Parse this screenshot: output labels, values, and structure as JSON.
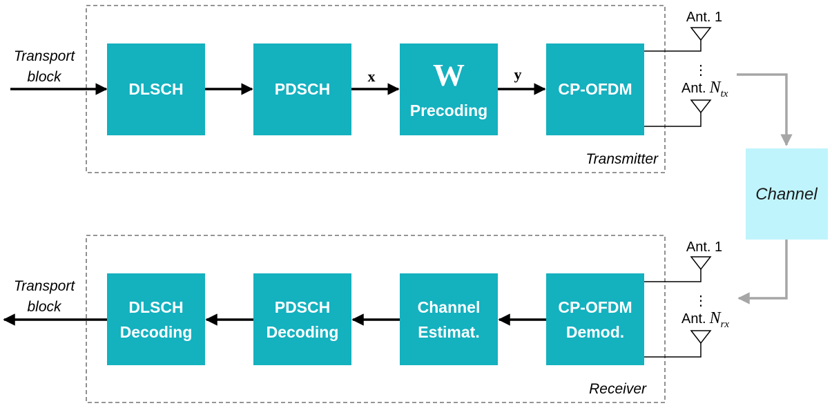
{
  "colors": {
    "block": "#14b1bf",
    "channel": "#bff4fc",
    "arrow": "#000000",
    "grey_arrow": "#a6a6a6"
  },
  "transmitter": {
    "label": "Transmitter",
    "input_label_line1": "Transport",
    "input_label_line2": "block",
    "blocks": [
      {
        "line1": "DLSCH",
        "line2": ""
      },
      {
        "line1": "PDSCH",
        "line2": ""
      },
      {
        "symbol": "W",
        "line2": "Precoding"
      },
      {
        "line1": "CP-OFDM",
        "line2": ""
      }
    ],
    "signal_x": "x",
    "signal_y": "y",
    "ant_first": "Ant. 1",
    "ant_last_prefix": "Ant.",
    "ant_last_symbol": "N",
    "ant_last_sub": "tx"
  },
  "channel": {
    "label": "Channel"
  },
  "receiver": {
    "label": "Receiver",
    "output_label_line1": "Transport",
    "output_label_line2": "block",
    "blocks": [
      {
        "line1": "DLSCH",
        "line2": "Decoding"
      },
      {
        "line1": "PDSCH",
        "line2": "Decoding"
      },
      {
        "line1": "Channel",
        "line2": "Estimat."
      },
      {
        "line1": "CP-OFDM",
        "line2": "Demod."
      }
    ],
    "ant_first": "Ant. 1",
    "ant_last_prefix": "Ant.",
    "ant_last_symbol": "N",
    "ant_last_sub": "rx"
  },
  "ellipsis": "⋮"
}
